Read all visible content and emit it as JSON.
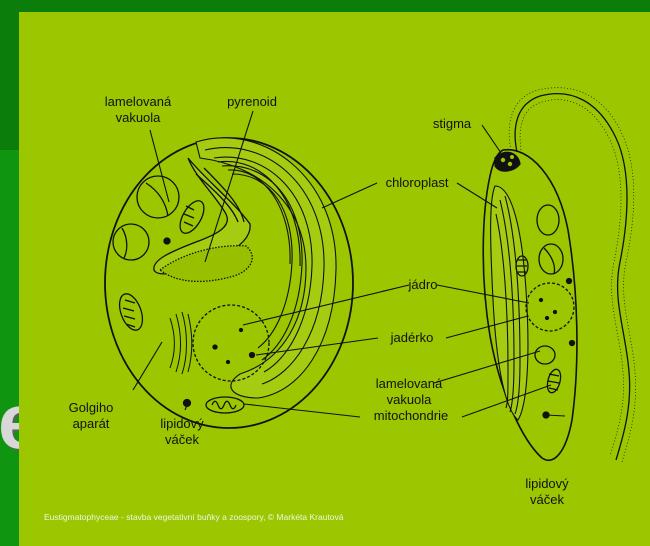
{
  "slide": {
    "partial_letter": "e"
  },
  "labels": {
    "left_lamellar_vacuole": [
      "lamelovaná",
      "vakuola"
    ],
    "pyrenoid": "pyrenoid",
    "golgi": [
      "Golgiho",
      "aparát"
    ],
    "left_lipid_vesicle": [
      "lipidový",
      "váček"
    ],
    "stigma": "stigma",
    "chloroplast": "chloroplast",
    "nucleus": "jádro",
    "nucleolus": "jadérko",
    "right_lamellar_vacuole": [
      "lamelovaná",
      "vakuola"
    ],
    "mitochondria": "mitochondrie",
    "right_lipid_vesicle": [
      "lipidový",
      "váček"
    ]
  },
  "credit": "Eustigmatophyceae - stavba vegetativní buňky a zoospory, © Markéta Krautová",
  "colors": {
    "panel": "#9cc600",
    "slide_bg": "#0e8a0e",
    "ink": "#111111"
  }
}
